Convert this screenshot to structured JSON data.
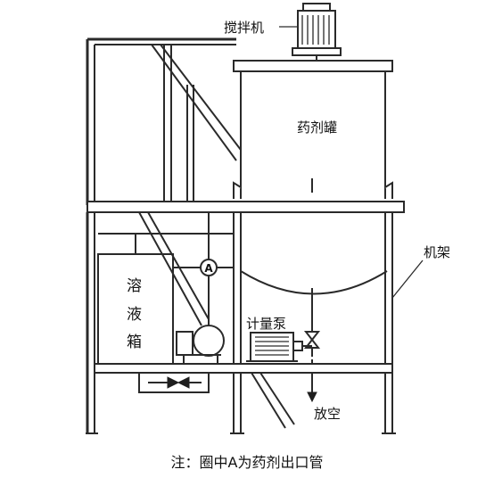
{
  "labels": {
    "mixer": "搅拌机",
    "tank": "药剂罐",
    "frame": "机架",
    "dissolve_box_1": "溶",
    "dissolve_box_2": "液",
    "dissolve_box_3": "箱",
    "meter_pump": "计量泵",
    "vent": "放空",
    "outlet_marker": "A"
  },
  "caption": "注：圈中A为药剂出口管"
}
